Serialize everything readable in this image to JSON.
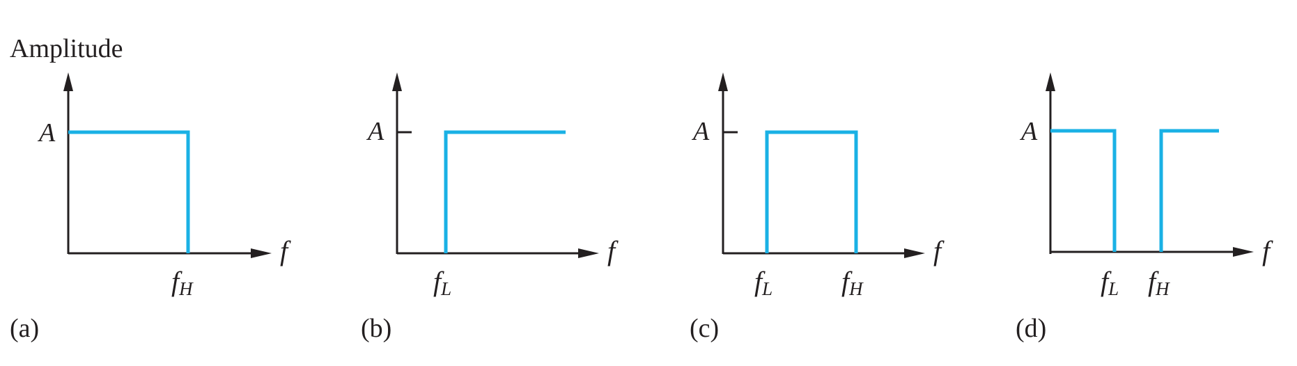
{
  "figure": {
    "y_axis_title": "Amplitude",
    "amplitude_label": "A",
    "freq_axis_label": "f",
    "freq_symbol": "f",
    "colors": {
      "response": "#1ab1e5",
      "axes": "#231f20"
    },
    "panels": [
      {
        "id": "a",
        "label": "(a)",
        "type": "low-pass",
        "cutoffs": [
          {
            "sub": "H"
          }
        ]
      },
      {
        "id": "b",
        "label": "(b)",
        "type": "high-pass",
        "cutoffs": [
          {
            "sub": "L"
          }
        ]
      },
      {
        "id": "c",
        "label": "(c)",
        "type": "band-pass",
        "cutoffs": [
          {
            "sub": "L"
          },
          {
            "sub": "H"
          }
        ]
      },
      {
        "id": "d",
        "label": "(d)",
        "type": "band-stop",
        "cutoffs": [
          {
            "sub": "L"
          },
          {
            "sub": "H"
          }
        ]
      }
    ]
  }
}
